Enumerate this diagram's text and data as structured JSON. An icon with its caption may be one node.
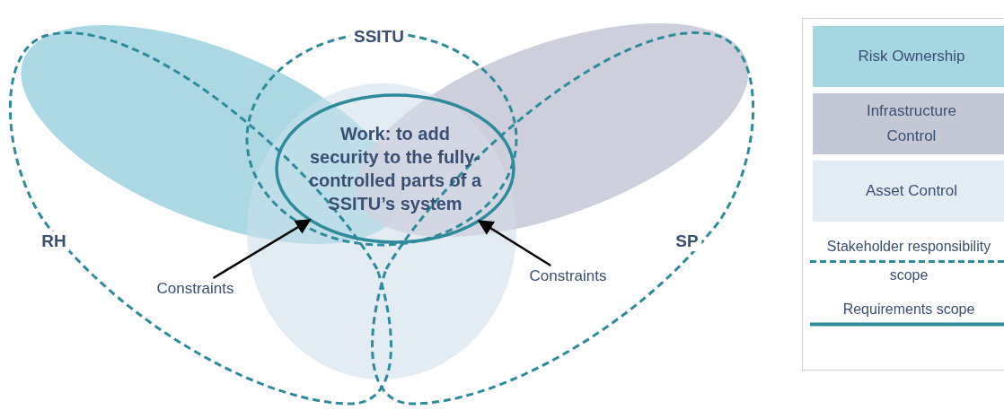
{
  "diagram": {
    "nodes": [
      {
        "text": [
          "Work: to add security to the fully-controlled parts of a SSITU’s system"
        ]
      },
      {
        "text": [
          "Constraints"
        ]
      },
      {
        "text": [
          "Constraints"
        ]
      }
    ],
    "edges": [
      {
        "from": 1,
        "to": 0,
        "arrow": "to"
      },
      {
        "from": 2,
        "to": 0,
        "arrow": "to"
      }
    ],
    "labels": [
      "SSITU",
      "RH",
      "SP"
    ],
    "legend": [
      {
        "text": "Risk Ownership",
        "color": "#a6d6e2"
      },
      {
        "text": "Infrastructure Control",
        "color": "#c4c8d6"
      },
      {
        "text": "Asset Control",
        "color": "#e3ebf3"
      },
      {
        "text": "Stakeholder responsibility scope"
      },
      {
        "text": "Requirements scope"
      }
    ]
  }
}
